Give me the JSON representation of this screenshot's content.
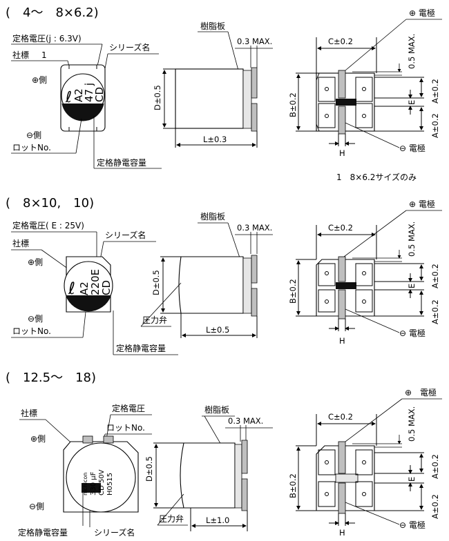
{
  "sections": [
    {
      "heading": "(　4～　8×6.2)",
      "rated_voltage": "定格電圧(j : 6.3V)",
      "mark": "社標",
      "mark_note": "1",
      "series_name": "シリーズ名",
      "plus_side": "⊕側",
      "minus_side": "⊖側",
      "lot": "ロットNo.",
      "capacitance": "定格静電容量",
      "cap_print": [
        "A2",
        "47 j",
        "CD"
      ],
      "resin": "樹脂板",
      "max": "0.3 MAX.",
      "d_dim": "D±0.5",
      "l_dim": "L±0.3",
      "c_dim": "C±0.2",
      "b_dim": "B±0.2",
      "max_v": "0.5 MAX.",
      "a_dim": "A±0.2",
      "e_dim": "E",
      "h_dim": "H",
      "plus_electrode": "⊕ 電極",
      "minus_electrode": "⊖ 電極",
      "footnote": "1　8×6.2サイズのみ"
    },
    {
      "heading": "(　8×10,　10)",
      "rated_voltage": "定格電圧( E : 25V)",
      "mark": "社標",
      "series_name": "シリーズ名",
      "plus_side": "⊕側",
      "minus_side": "⊖側",
      "lot": "ロットNo.",
      "capacitance": "定格静電容量",
      "cap_print": [
        "A2",
        "220E",
        "CD"
      ],
      "resin": "樹脂板",
      "max": "0.3 MAX.",
      "d_dim": "D±0.5",
      "pressure": "圧力弁",
      "l_dim": "L±0.5",
      "c_dim": "C±0.2",
      "b_dim": "B±0.2",
      "max_v": "0.5 MAX.",
      "a_dim": "A±0.2",
      "e_dim": "E",
      "h_dim": "H",
      "plus_electrode": "⊕ 電極",
      "minus_electrode": "⊖ 電極"
    },
    {
      "heading": "(　12.5～　18)",
      "mark": "社標",
      "rated_voltage": "定格電圧",
      "lot": "ロットNo.",
      "plus_side": "⊕側",
      "minus_side": "⊖側",
      "capacitance": "定格静電容量",
      "series_name": "シリーズ名",
      "cap_print": [
        "nichicon",
        "330 μF",
        "CD 50V",
        "H0515"
      ],
      "resin": "樹脂板",
      "max": "0.3 MAX.",
      "d_dim": "D±0.5",
      "pressure": "圧力弁",
      "l_dim": "L±1.0",
      "c_dim": "C±0.2",
      "b_dim": "B±0.2",
      "max_v": "0.5 MAX.",
      "a_dim": "A±0.2",
      "e_dim": "E",
      "h_dim": "H",
      "plus_electrode": "⊕　電極",
      "minus_electrode": "⊖ 電極"
    }
  ]
}
